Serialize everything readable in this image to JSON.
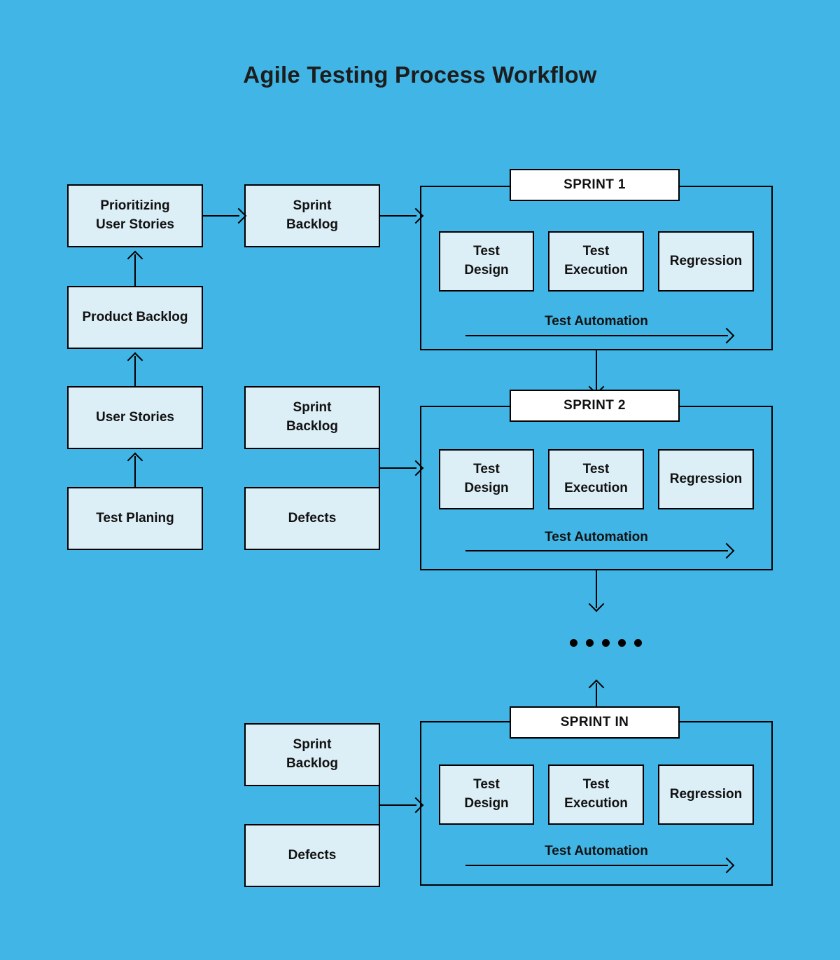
{
  "title": "Agile Testing Process Workflow",
  "colors": {
    "background": "#41b6e6",
    "box_fill": "#dceef6",
    "tab_fill": "#ffffff",
    "stroke": "#000000",
    "text": "#111111"
  },
  "left_column": {
    "prioritizing": {
      "line1": "Prioritizing",
      "line2": "User Stories"
    },
    "product_backlog": {
      "line1": "Product Backlog"
    },
    "user_stories": {
      "line1": "User Stories"
    },
    "test_planing": {
      "line1": "Test Planing"
    }
  },
  "middle_column": {
    "sprint_backlog_1": {
      "line1": "Sprint",
      "line2": "Backlog"
    },
    "sprint_backlog_2": {
      "line1": "Sprint",
      "line2": "Backlog"
    },
    "defects_2": {
      "line1": "Defects"
    },
    "sprint_backlog_n": {
      "line1": "Sprint",
      "line2": "Backlog"
    },
    "defects_n": {
      "line1": "Defects"
    }
  },
  "sprints": [
    {
      "label": "SPRINT 1",
      "test_design": {
        "line1": "Test",
        "line2": "Design"
      },
      "test_execution": {
        "line1": "Test",
        "line2": "Execution"
      },
      "regression": {
        "line1": "Regression"
      },
      "automation_label": "Test Automation"
    },
    {
      "label": "SPRINT 2",
      "test_design": {
        "line1": "Test",
        "line2": "Design"
      },
      "test_execution": {
        "line1": "Test",
        "line2": "Execution"
      },
      "regression": {
        "line1": "Regression"
      },
      "automation_label": "Test Automation"
    },
    {
      "label": "SPRINT IN",
      "test_design": {
        "line1": "Test",
        "line2": "Design"
      },
      "test_execution": {
        "line1": "Test",
        "line2": "Execution"
      },
      "regression": {
        "line1": "Regression"
      },
      "automation_label": "Test Automation"
    }
  ],
  "ellipsis": {
    "dot_count": 5
  }
}
